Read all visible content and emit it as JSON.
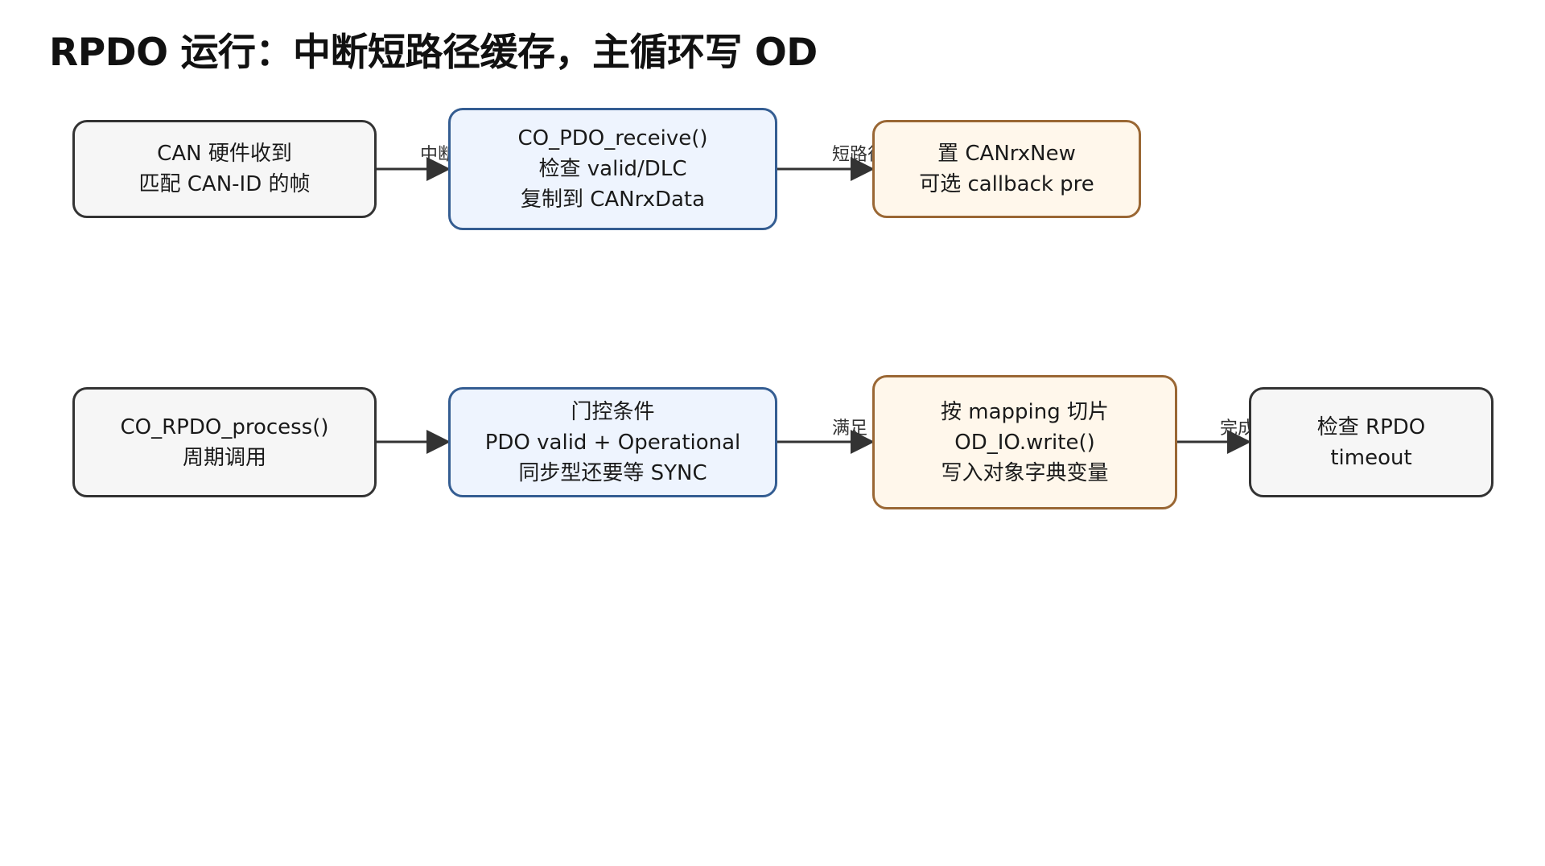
{
  "title": "RPDO 运行：中断短路径缓存，主循环写 OD",
  "colors": {
    "neutral_border": "#333333",
    "neutral_fill": "#f6f6f6",
    "blue_border": "#345d92",
    "blue_fill": "#eef4fe",
    "orange_border": "#9a6734",
    "orange_fill": "#fff7eb",
    "arrow": "#333333"
  },
  "row1": {
    "nodes": [
      {
        "lines": [
          "CAN 硬件收到",
          "匹配 CAN-ID 的帧"
        ],
        "style": "neutral"
      },
      {
        "lines": [
          "CO_PDO_receive()",
          "检查 valid/DLC",
          "复制到 CANrxData"
        ],
        "style": "blue"
      },
      {
        "lines": [
          "置 CANrxNew",
          "可选 callback pre"
        ],
        "style": "orange"
      }
    ],
    "edges": [
      {
        "label": "中断"
      },
      {
        "label": "短路径"
      }
    ]
  },
  "row2": {
    "nodes": [
      {
        "lines": [
          "CO_RPDO_process()",
          "周期调用"
        ],
        "style": "neutral"
      },
      {
        "lines": [
          "门控条件",
          "PDO valid + Operational",
          "同步型还要等 SYNC"
        ],
        "style": "blue"
      },
      {
        "lines": [
          "按 mapping 切片",
          "OD_IO.write()",
          "写入对象字典变量"
        ],
        "style": "orange"
      },
      {
        "lines": [
          "检查 RPDO",
          "timeout"
        ],
        "style": "neutral"
      }
    ],
    "edges": [
      {
        "label": ""
      },
      {
        "label": "满足"
      },
      {
        "label": "完成"
      }
    ]
  }
}
